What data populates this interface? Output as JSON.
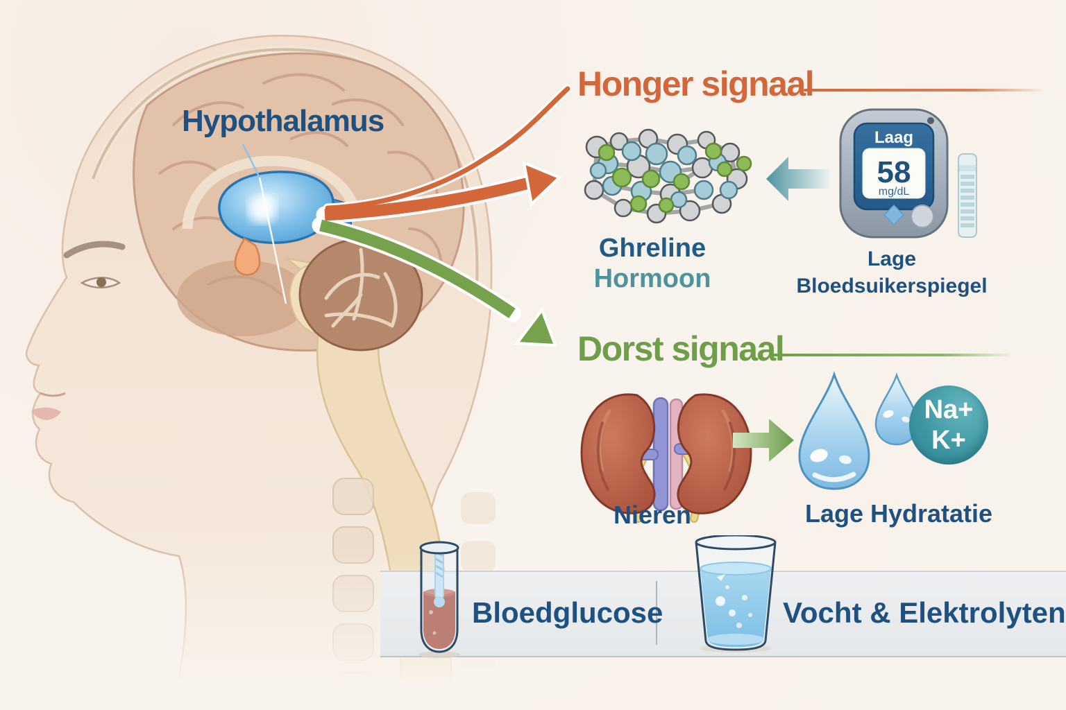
{
  "illustration": {
    "brain_label": "Hypothalamus"
  },
  "hunger_section": {
    "heading": "Honger signaal",
    "hormone_name": "Ghreline",
    "hormone_type": "Hormoon",
    "meter_status": "Laag",
    "meter_value": "58",
    "meter_unit": "mg/dL",
    "meter_caption_line1": "Lage",
    "meter_caption_line2": "Bloedsuikerspiegel"
  },
  "thirst_section": {
    "heading": "Dorst signaal",
    "kidneys_caption": "Nieren",
    "ion_sodium": "Na+",
    "ion_potassium": "K+",
    "hydration_caption": "Lage Hydratatie"
  },
  "legend": {
    "blood_label": "Bloedglucose",
    "fluid_label": "Vocht & Elektrolyten"
  },
  "colors": {
    "background": "#f8f3ec",
    "accent_orange": "#d4673a",
    "accent_green": "#6f9e4a",
    "text_blue": "#1e5080",
    "teal": "#4d939c"
  }
}
